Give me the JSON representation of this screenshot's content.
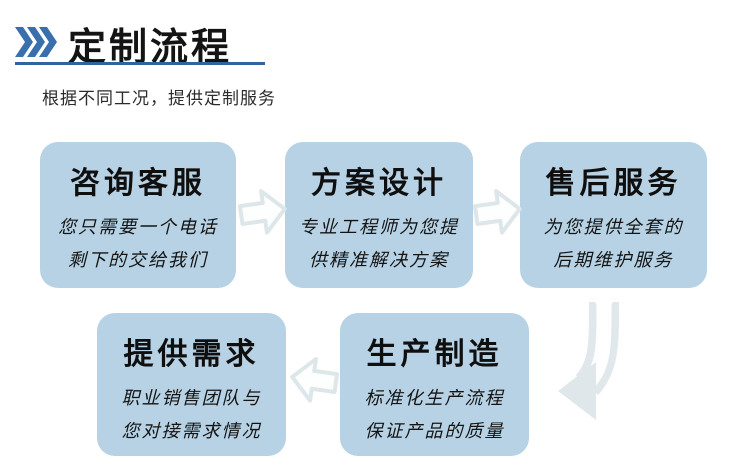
{
  "header": {
    "icon": "triple-chevron-right",
    "title": "定制流程",
    "subtitle": "根据不同工况，提供定制服务",
    "accent_color": "#3a6fad",
    "underline_color": "#2f649e"
  },
  "flow": {
    "box_color": "#b6d2e4",
    "arrow_color": "#e0e8eb",
    "steps": [
      {
        "title": "咨询客服",
        "lines": [
          "您只需要一个电话",
          "剩下的交给我们"
        ]
      },
      {
        "title": "方案设计",
        "lines": [
          "专业工程师为您提",
          "供精准解决方案"
        ]
      },
      {
        "title": "售后服务",
        "lines": [
          "为您提供全套的",
          "后期维护服务"
        ]
      },
      {
        "title": "提供需求",
        "lines": [
          "职业销售团队与",
          "您对接需求情况"
        ]
      },
      {
        "title": "生产制造",
        "lines": [
          "标准化生产流程",
          "保证产品的质量"
        ]
      }
    ],
    "arrows": {
      "step1_to_step2": "block-arrow-right",
      "step2_to_step3": "block-arrow-right",
      "step3_down": "curved-arrow-down-left",
      "step5_to_step4": "block-arrow-left"
    }
  }
}
